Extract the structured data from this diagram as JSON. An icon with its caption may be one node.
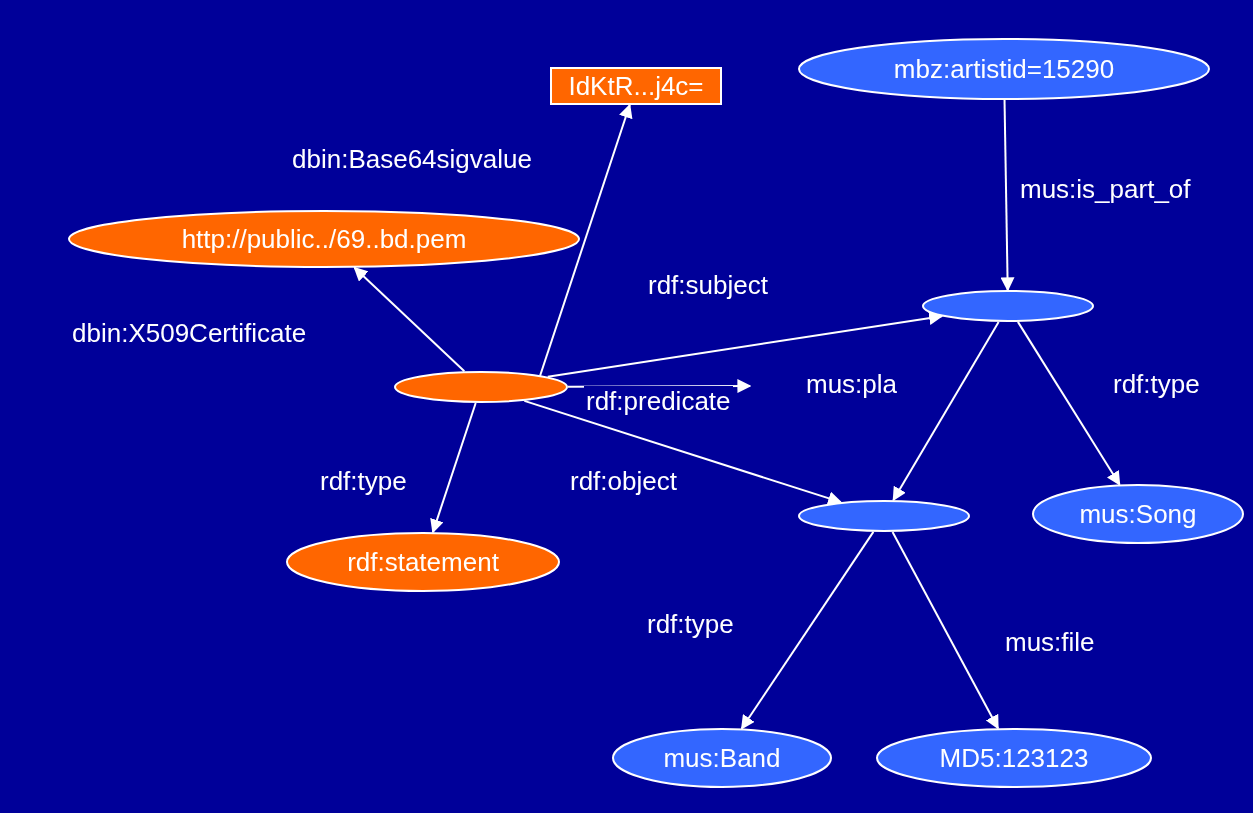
{
  "diagram": {
    "nodes": [
      {
        "text": [
          "mbz:artistid=15290"
        ]
      },
      {
        "text": [
          "IdKtR...j4c="
        ]
      },
      {
        "text": [
          "http://public../69..bd.pem"
        ]
      },
      {
        "text": [],
        "shape": "ellipse"
      },
      {
        "text": [],
        "shape": "ellipse"
      },
      {
        "text": [
          "rdf:statement"
        ]
      },
      {
        "text": [],
        "shape": "ellipse"
      },
      {
        "text": [
          "mus:Song"
        ]
      },
      {
        "text": [
          "mus:Band"
        ]
      },
      {
        "text": [
          "MD5:123123"
        ]
      }
    ],
    "edges": [
      {
        "from": 0,
        "to": 4,
        "arrow": "to",
        "label": "mus:is_part_of"
      },
      {
        "from": 3,
        "to": 1,
        "arrow": "to",
        "label": "dbin:Base64sigvalue"
      },
      {
        "from": 3,
        "to": 2,
        "arrow": "to",
        "label": "dbin:X509Certificate"
      },
      {
        "from": 3,
        "to": 4,
        "arrow": "to",
        "label": "rdf:subject"
      },
      {
        "from": 3,
        "to": null,
        "arrow": "to",
        "label": "rdf:predicate"
      },
      {
        "from": 3,
        "to": 6,
        "arrow": "to",
        "label": "rdf:object"
      },
      {
        "from": 3,
        "to": 5,
        "arrow": "to",
        "label": "rdf:type"
      },
      {
        "from": 4,
        "to": 6,
        "arrow": "to",
        "label": "mus:pla"
      },
      {
        "from": 4,
        "to": 7,
        "arrow": "to",
        "label": "rdf:type"
      },
      {
        "from": 6,
        "to": 8,
        "arrow": "to",
        "label": "rdf:type"
      },
      {
        "from": 6,
        "to": 9,
        "arrow": "to",
        "label": "mus:file"
      }
    ]
  }
}
